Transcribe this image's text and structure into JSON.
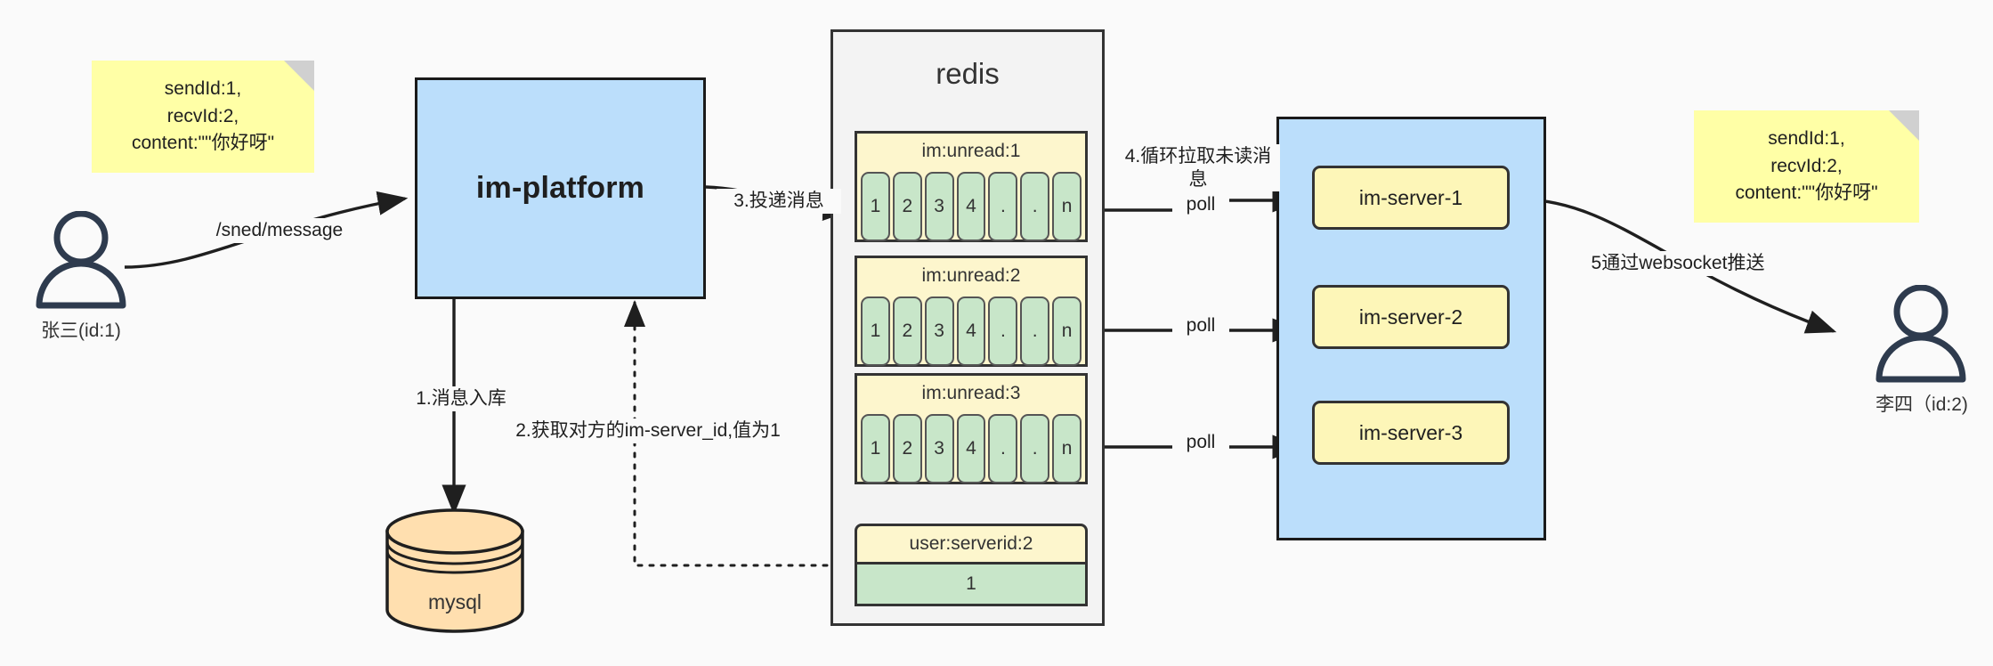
{
  "diagram": {
    "title": "IM message delivery architecture",
    "colors": {
      "background": "#fafafa",
      "sticky": "#ffffa6",
      "blue_box": "#bbdefb",
      "redis_container": "#f3f3f3",
      "queue_wrapper": "#fdf6cd",
      "queue_cell": "#c8e6c9",
      "server_chip": "#fdf6b8",
      "mysql": "#ffdfaf",
      "stroke": "#333333",
      "person": "#2e3b4e"
    }
  },
  "sticky_notes": [
    {
      "id": "sender-payload",
      "text": "sendId:1,\nrecvId:2,\ncontent:\"\"你好呀\""
    },
    {
      "id": "receiver-payload",
      "text": "sendId:1,\nrecvId:2,\ncontent:\"\"你好呀\""
    }
  ],
  "actors": [
    {
      "id": "sender",
      "caption": "张三(id:1)"
    },
    {
      "id": "receiver",
      "caption": "李四（id:2)"
    }
  ],
  "services": {
    "im_platform": {
      "label": "im-platform"
    },
    "mysql": {
      "label": "mysql"
    },
    "redis": {
      "label": "redis"
    },
    "im_server_cluster": {
      "servers": [
        {
          "label": "im-server-1"
        },
        {
          "label": "im-server-2"
        },
        {
          "label": "im-server-3"
        }
      ]
    }
  },
  "redis_keys": {
    "queues": [
      {
        "key": "im:unread:1",
        "cells": [
          "1",
          "2",
          "3",
          "4",
          ".",
          ".",
          "n"
        ]
      },
      {
        "key": "im:unread:2",
        "cells": [
          "1",
          "2",
          "3",
          "4",
          ".",
          ".",
          "n"
        ]
      },
      {
        "key": "im:unread:3",
        "cells": [
          "1",
          "2",
          "3",
          "4",
          ".",
          ".",
          "n"
        ]
      }
    ],
    "hash": {
      "key": "user:serverid:2",
      "value": "1"
    }
  },
  "edge_labels": {
    "send_message": "/sned/message",
    "step1": "1.消息入库",
    "step2": "2.获取对方的im-server_id,值为1",
    "step3": "3.投递消息",
    "step4": "4.循环拉取未读消\n息",
    "step5": "5通过websocket推送",
    "poll1": "poll",
    "poll2": "poll",
    "poll3": "poll"
  }
}
